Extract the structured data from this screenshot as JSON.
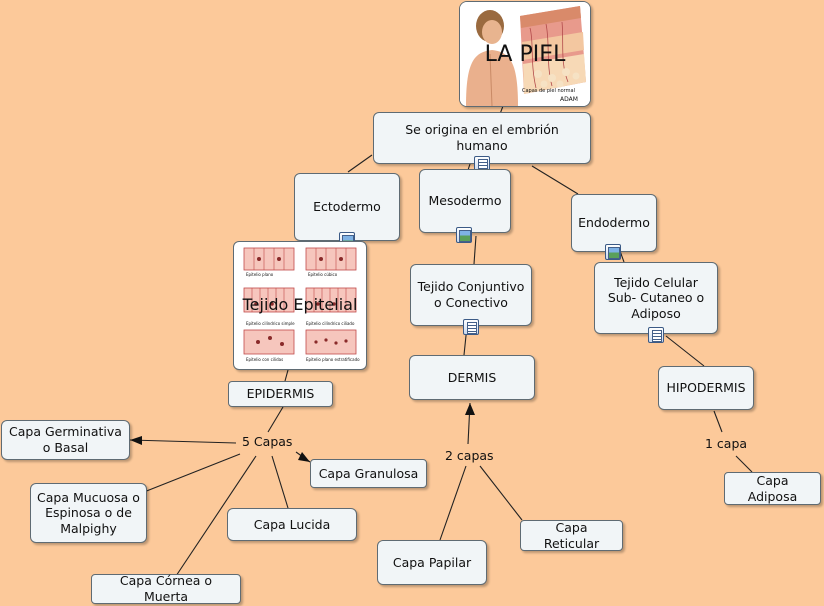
{
  "root": {
    "title": "LA PIEL",
    "image_caption": "Capas de piel normal",
    "image_brand": "ADAM"
  },
  "nodes": {
    "origen": "Se origina en el embrión humano",
    "ectodermo": "Ectodermo",
    "mesodermo": "Mesodermo",
    "endodermo": "Endodermo",
    "tejido_epitelial": "Tejido Epitelial",
    "tejido_conjuntivo": "Tejido Conjuntivo o Conectivo",
    "tejido_celular": "Tejido Celular Sub- Cutaneo o Adiposo",
    "epidermis": "EPIDERMIS",
    "dermis": "DERMIS",
    "hipodermis": "HIPODERMIS",
    "capa_germinativa": "Capa Germinativa o Basal",
    "capa_granulosa": "Capa Granulosa",
    "capa_mucuosa": "Capa Mucuosa o Espinosa o de Malpighy",
    "capa_lucida": "Capa Lucida",
    "capa_cornea": "Capa Córnea o Muerta",
    "capa_papilar": "Capa Papilar",
    "capa_reticular": "Capa Reticular",
    "capa_adiposa": "Capa Adiposa"
  },
  "link_labels": {
    "cinco_capas": "5 Capas",
    "dos_capas": "2 capas",
    "una_capa": "1 capa"
  },
  "epithelium_captions": [
    "Epitelio plano",
    "Epitelio cúbico",
    "Epitelio cilíndrico simple",
    "Epitelio cilíndrico ciliado",
    "Epitelio con cilidas",
    "Epitelio plano estratificado"
  ],
  "colors": {
    "background": "#fcc99a",
    "node_fill": "#f1f5f7",
    "node_border": "#5f6b73",
    "line": "#222222"
  },
  "icons": [
    "document-icon",
    "image-icon"
  ]
}
